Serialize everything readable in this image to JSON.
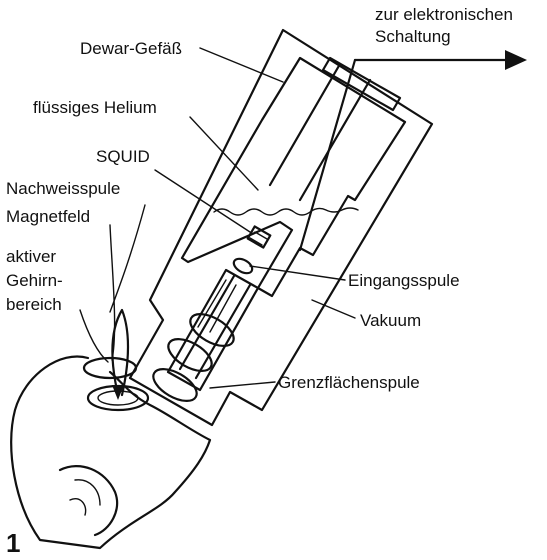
{
  "labels": {
    "dewar": "Dewar-Gefäß",
    "output_line1": "zur elektronischen",
    "output_line2": "Schaltung",
    "helium": "flüssiges Helium",
    "squid": "SQUID",
    "pickup_coil": "Nachweisspule",
    "magnetic_field": "Magnetfeld",
    "brain_line1": "aktiver",
    "brain_line2": "Gehirn-",
    "brain_line3": "bereich",
    "input_coil": "Eingangsspule",
    "vacuum": "Vakuum",
    "interface_coil": "Grenzflächenspule",
    "figure_number": "1"
  }
}
